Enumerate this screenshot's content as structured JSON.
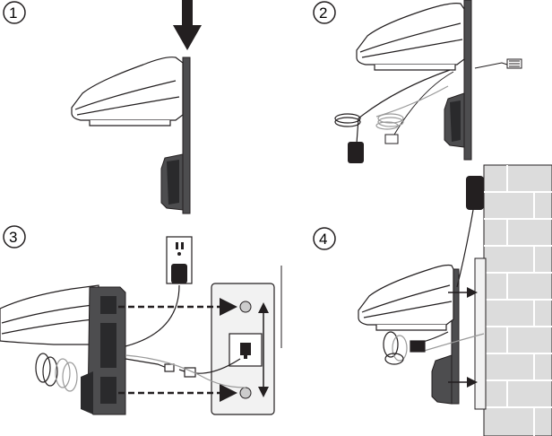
{
  "steps": [
    {
      "label": "1"
    },
    {
      "label": "2"
    },
    {
      "label": "3"
    },
    {
      "label": "4"
    }
  ],
  "colors": {
    "line": "#231f20",
    "device_fill": "#ffffff",
    "bracket": "#4d4d4f",
    "bracket_dark": "#2a2a2c",
    "cord_gray": "#9a9a9a",
    "brick": "#dcdcdc",
    "wallplate": "#f2f2f2"
  },
  "icons": [
    "down-arrow-icon",
    "phone-base",
    "wall-bracket",
    "power-adapter",
    "phone-jack",
    "brick-wall"
  ]
}
